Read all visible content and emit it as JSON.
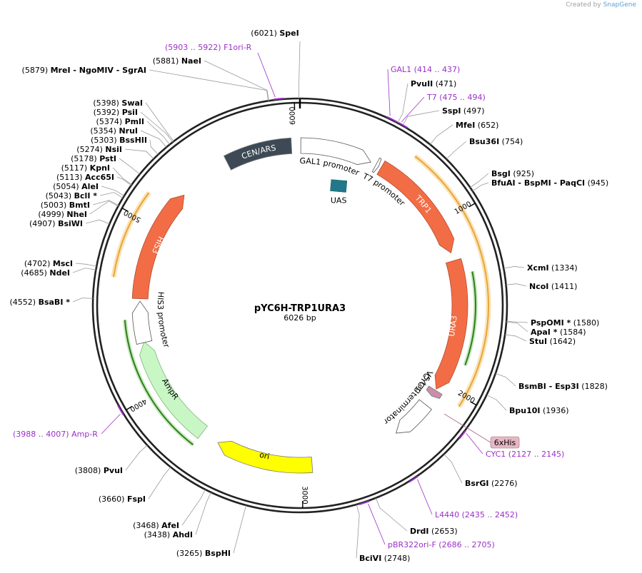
{
  "credit": {
    "prefix": "Created by",
    "brand": "SnapGene"
  },
  "plasmid": {
    "name": "pYC6H-TRP1URA3",
    "size_label": "6026 bp",
    "length": 6026
  },
  "ticks": [
    "1000",
    "2000",
    "3000",
    "4000",
    "5000",
    "6000"
  ],
  "sites": [
    {
      "name": "SpeI",
      "pos": "(6021)",
      "bp": 6021
    },
    {
      "name": "NaeI",
      "pos": "(5881)",
      "bp": 5881
    },
    {
      "name": "MreI - NgoMIV - SgrAI",
      "pos": "(5879)",
      "bp": 5879
    },
    {
      "name": "SwaI",
      "pos": "(5398)",
      "bp": 5398
    },
    {
      "name": "PsiI",
      "pos": "(5392)",
      "bp": 5392
    },
    {
      "name": "PmlI",
      "pos": "(5374)",
      "bp": 5374
    },
    {
      "name": "NruI",
      "pos": "(5354)",
      "bp": 5354
    },
    {
      "name": "BssHII",
      "pos": "(5303)",
      "bp": 5303
    },
    {
      "name": "NsiI",
      "pos": "(5274)",
      "bp": 5274
    },
    {
      "name": "PstI",
      "pos": "(5178)",
      "bp": 5178
    },
    {
      "name": "KpnI",
      "pos": "(5117)",
      "bp": 5117
    },
    {
      "name": "Acc65I",
      "pos": "(5113)",
      "bp": 5113
    },
    {
      "name": "AleI",
      "pos": "(5054)",
      "bp": 5054
    },
    {
      "name": "BclI *",
      "pos": "(5043)",
      "bp": 5043
    },
    {
      "name": "BmtI",
      "pos": "(5003)",
      "bp": 5003
    },
    {
      "name": "NheI",
      "pos": "(4999)",
      "bp": 4999
    },
    {
      "name": "BsiWI",
      "pos": "(4907)",
      "bp": 4907
    },
    {
      "name": "MscI",
      "pos": "(4702)",
      "bp": 4702
    },
    {
      "name": "NdeI",
      "pos": "(4685)",
      "bp": 4685
    },
    {
      "name": "BsaBI *",
      "pos": "(4552)",
      "bp": 4552
    },
    {
      "name": "PvuI",
      "pos": "(3808)",
      "bp": 3808
    },
    {
      "name": "FspI",
      "pos": "(3660)",
      "bp": 3660
    },
    {
      "name": "AfeI",
      "pos": "(3468)",
      "bp": 3468
    },
    {
      "name": "AhdI",
      "pos": "(3438)",
      "bp": 3438
    },
    {
      "name": "BspHI",
      "pos": "(3265)",
      "bp": 3265
    },
    {
      "name": "PvuII",
      "pos": "(471)",
      "bp": 471
    },
    {
      "name": "SspI",
      "pos": "(497)",
      "bp": 497
    },
    {
      "name": "MfeI",
      "pos": "(652)",
      "bp": 652
    },
    {
      "name": "Bsu36I",
      "pos": "(754)",
      "bp": 754
    },
    {
      "name": "BsgI",
      "pos": "(925)",
      "bp": 925
    },
    {
      "name": "BfuAI - BspMI - PaqCI",
      "pos": "(945)",
      "bp": 945
    },
    {
      "name": "XcmI",
      "pos": "(1334)",
      "bp": 1334
    },
    {
      "name": "NcoI",
      "pos": "(1411)",
      "bp": 1411
    },
    {
      "name": "PspOMI *",
      "pos": "(1580)",
      "bp": 1580
    },
    {
      "name": "ApaI *",
      "pos": "(1584)",
      "bp": 1584
    },
    {
      "name": "StuI",
      "pos": "(1642)",
      "bp": 1642
    },
    {
      "name": "BsmBI - Esp3I",
      "pos": "(1828)",
      "bp": 1828
    },
    {
      "name": "Bpu10I",
      "pos": "(1936)",
      "bp": 1936
    },
    {
      "name": "BsrGI",
      "pos": "(2276)",
      "bp": 2276
    },
    {
      "name": "DrdI",
      "pos": "(2653)",
      "bp": 2653
    },
    {
      "name": "BciVI",
      "pos": "(2748)",
      "bp": 2748
    }
  ],
  "primers": [
    {
      "name": "F1ori-R",
      "range": "(5903 .. 5922)",
      "start": 5903,
      "end": 5922
    },
    {
      "name": "GAL1",
      "range": "(414 .. 437)",
      "start": 414,
      "end": 437
    },
    {
      "name": "T7",
      "range": "(475 .. 494)",
      "start": 475,
      "end": 494
    },
    {
      "name": "Amp-R",
      "range": "(3988 .. 4007)",
      "start": 3988,
      "end": 4007
    },
    {
      "name": "CYC1",
      "range": "(2127 .. 2145)",
      "start": 2127,
      "end": 2145
    },
    {
      "name": "L4440",
      "range": "(2435 .. 2452)",
      "start": 2435,
      "end": 2452
    },
    {
      "name": "pBR322ori-F",
      "range": "(2686 .. 2705)",
      "start": 2686,
      "end": 2705
    }
  ],
  "features": [
    {
      "name": "CEN/ARS",
      "start": 5575,
      "end": 5975,
      "strand": 0,
      "color": "#3d4a55",
      "text": "#ffffff",
      "orient": "ccw"
    },
    {
      "name": "GAL1 promoter",
      "start": 5,
      "end": 440,
      "strand": 1,
      "color": "#ffffff",
      "text": "#000000",
      "orient": "ccw"
    },
    {
      "name": "T7 promoter",
      "start": 475,
      "end": 494,
      "strand": 1,
      "color": "#ffffff",
      "text": "#000000",
      "orient": "ccw"
    },
    {
      "name": "TRP1",
      "start": 510,
      "end": 1185,
      "strand": 1,
      "color": "#f26d45",
      "text": "#ffffff",
      "orient": "ccw"
    },
    {
      "name": "URA3",
      "start": 1235,
      "end": 2035,
      "strand": 1,
      "color": "#f26d45",
      "text": "#ffffff",
      "orient": "cw"
    },
    {
      "name": "V5 tag",
      "start": 2043,
      "end": 2085,
      "strand": 1,
      "color": "#c98fa9",
      "text": "#000000",
      "orient": "ccw"
    },
    {
      "name": "CYC1 terminator",
      "start": 2148,
      "end": 2395,
      "strand": 1,
      "color": "#ffffff",
      "text": "#000000",
      "orient": "ccw"
    },
    {
      "name": "ori",
      "start": 2940,
      "end": 3530,
      "strand": 1,
      "color": "#ffff00",
      "text": "#000000",
      "orient": "cw"
    },
    {
      "name": "AmpR",
      "start": 3640,
      "end": 4300,
      "strand": 1,
      "color": "#c8f7c5",
      "text": "#000000",
      "orient": "cw"
    },
    {
      "name": "HIS3 promoter",
      "start": 4295,
      "end": 4545,
      "strand": 1,
      "color": "#ffffff",
      "text": "#000000",
      "orient": "cw"
    },
    {
      "name": "HIS3",
      "start": 4560,
      "end": 5250,
      "strand": 1,
      "color": "#f26d45",
      "text": "#ffffff",
      "orient": "cw"
    }
  ],
  "inner_features": [
    {
      "name": "UAS",
      "bp": 300,
      "color": "#21788a"
    }
  ],
  "orfs": [
    {
      "start": 3640,
      "end": 4440,
      "ring": "mid",
      "color": "#2e7d1b"
    },
    {
      "start": 1320,
      "end": 1840,
      "ring": "mid",
      "color": "#2e7d1b"
    },
    {
      "start": 630,
      "end": 2050,
      "ring": "outer",
      "color": "#e8a636"
    },
    {
      "start": 4665,
      "end": 5135,
      "ring": "outer",
      "color": "#e8a636"
    }
  ],
  "badge": {
    "label": "6xHis",
    "color": "#e6b7c4"
  }
}
